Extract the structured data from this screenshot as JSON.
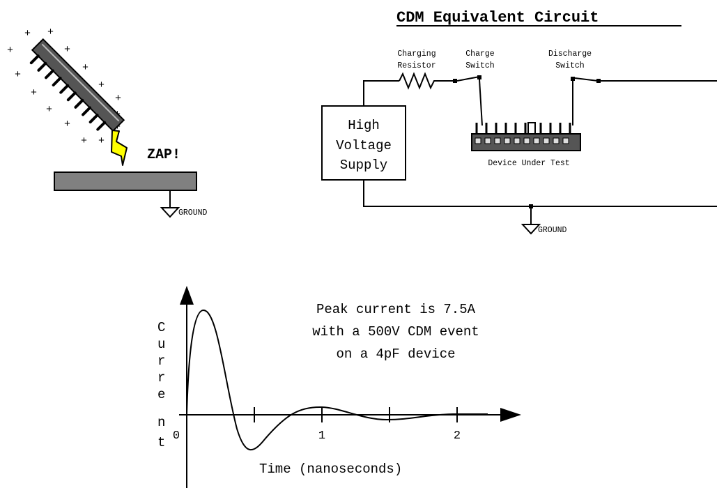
{
  "title": "CDM Equivalent Circuit",
  "zap": {
    "label": "ZAP!",
    "ground_label": "GROUND",
    "plus_sign": "+",
    "colors": {
      "chip": "#555555",
      "plate": "#808080",
      "bolt": "#ffff00"
    }
  },
  "circuit": {
    "supply_label": [
      "High",
      "Voltage",
      "Supply"
    ],
    "charging_resistor_label": [
      "Charging",
      "Resistor"
    ],
    "charge_switch_label": [
      "Charge",
      "Switch"
    ],
    "discharge_switch_label": [
      "Discharge",
      "Switch"
    ],
    "dut_label": "Device Under Test",
    "ground_label": "GROUND"
  },
  "graph": {
    "annotation": [
      "Peak current is 7.5A",
      "with a 500V CDM event",
      "on a 4pF device"
    ],
    "y_label_letters": [
      "C",
      "u",
      "r",
      "r",
      "e",
      "n",
      "t"
    ],
    "x_label": "Time (nanoseconds)",
    "x_ticks": [
      "0",
      "1",
      "2"
    ]
  }
}
